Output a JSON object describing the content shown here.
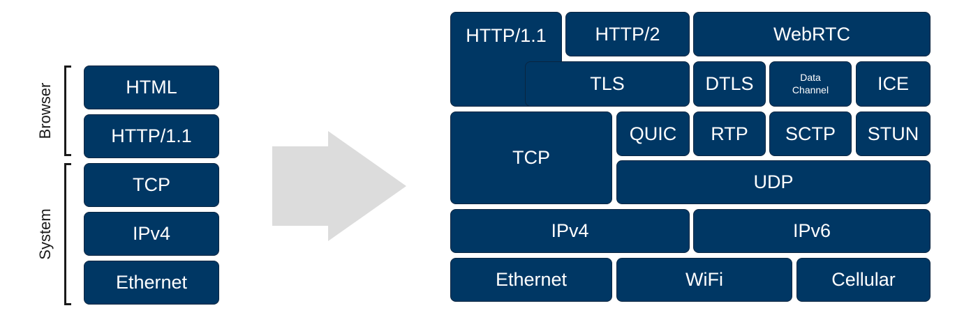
{
  "left_stack": {
    "groups": [
      {
        "label": "Browser"
      },
      {
        "label": "System"
      }
    ],
    "layers": [
      "HTML",
      "HTTP/1.1",
      "TCP",
      "IPv4",
      "Ethernet"
    ]
  },
  "right_stack": {
    "application": {
      "http11": "HTTP/1.1",
      "http2": "HTTP/2",
      "webrtc": "WebRTC"
    },
    "security": {
      "tls": "TLS",
      "dtls": "DTLS",
      "data_channel": "Data\nChannel",
      "ice": "ICE"
    },
    "transport": {
      "tcp": "TCP",
      "quic": "QUIC",
      "rtp": "RTP",
      "sctp": "SCTP",
      "stun": "STUN",
      "udp": "UDP"
    },
    "network": {
      "ipv4": "IPv4",
      "ipv6": "IPv6"
    },
    "link": {
      "ethernet": "Ethernet",
      "wifi": "WiFi",
      "cellular": "Cellular"
    }
  },
  "colors": {
    "block": "#003764",
    "arrow": "#dcdcdc",
    "bracket": "#1a1a1a"
  }
}
